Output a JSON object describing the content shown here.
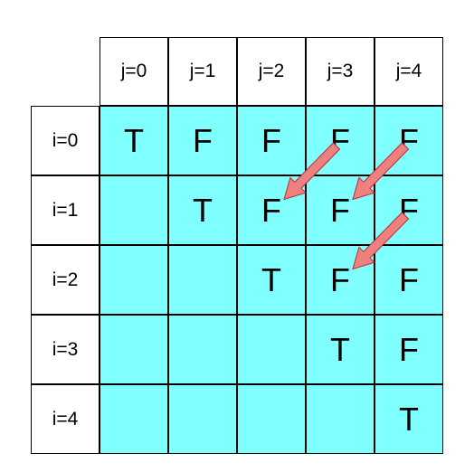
{
  "table": {
    "column_headers": [
      "j=0",
      "j=1",
      "j=2",
      "j=3",
      "j=4"
    ],
    "row_headers": [
      "i=0",
      "i=1",
      "i=2",
      "i=3",
      "i=4"
    ],
    "cells": [
      [
        "T",
        "F",
        "F",
        "F",
        "F"
      ],
      [
        "",
        "T",
        "F",
        "F",
        "F"
      ],
      [
        "",
        "",
        "T",
        "F",
        "F"
      ],
      [
        "",
        "",
        "",
        "T",
        "F"
      ],
      [
        "",
        "",
        "",
        "",
        "T"
      ]
    ]
  },
  "arrows": [
    {
      "from": [
        0,
        3
      ],
      "to": [
        1,
        2
      ]
    },
    {
      "from": [
        0,
        4
      ],
      "to": [
        1,
        3
      ]
    },
    {
      "from": [
        1,
        4
      ],
      "to": [
        2,
        3
      ]
    }
  ],
  "colors": {
    "cell_fill": "#80FFFF",
    "header_fill": "#FFFFFF",
    "border": "#000000",
    "arrow_fill": "#F08080",
    "arrow_stroke": "#B03030"
  }
}
